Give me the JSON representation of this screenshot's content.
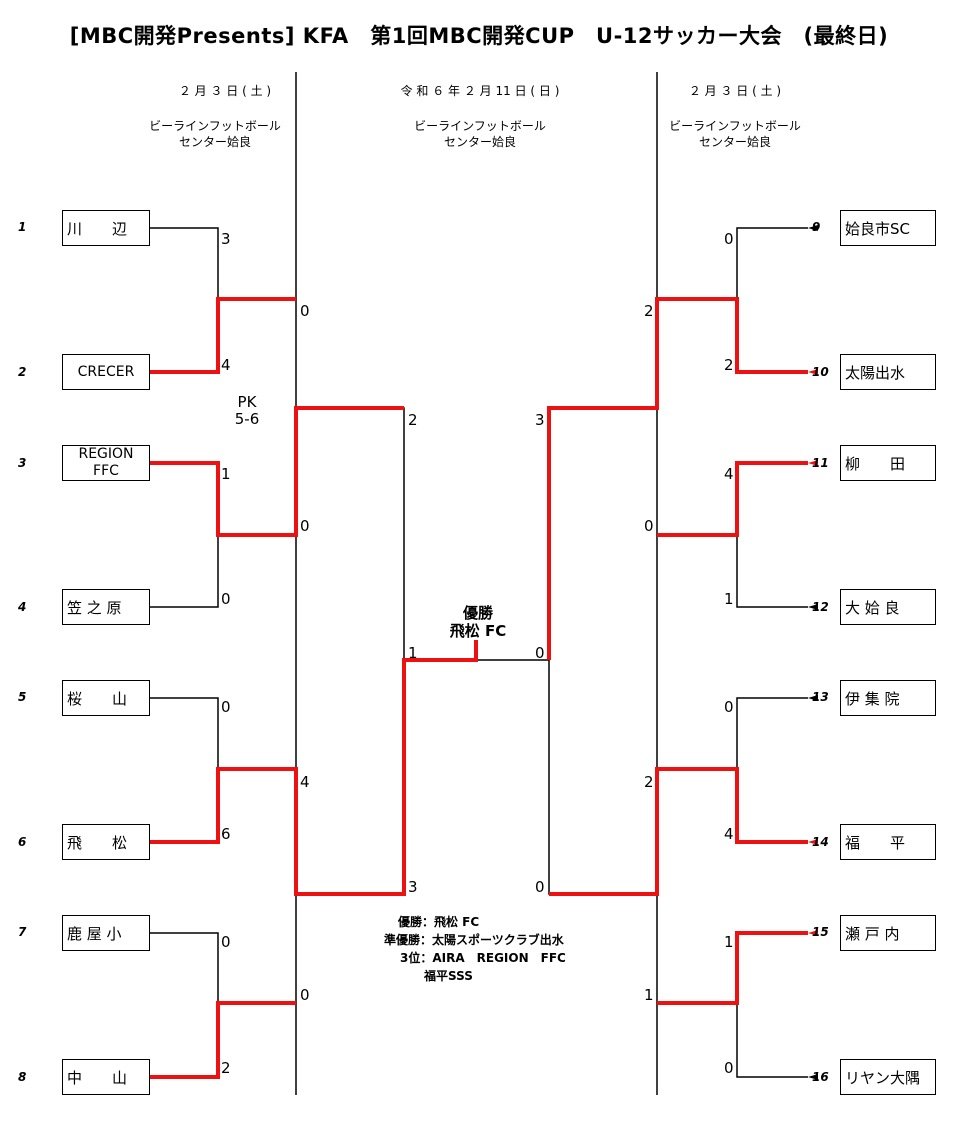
{
  "title": "[MBC開発Presents] KFA　第1回MBC開発CUP　U-12サッカー大会　(最終日)",
  "dates": {
    "left": "２ 月 ３ 日 ( 土 )",
    "center": "令 和 ６ 年 ２ 月 11 日 ( 日 )",
    "right": "２ 月 ３ 日 ( 土 )"
  },
  "venues": {
    "left": [
      "ビーラインフットボール",
      "センター姶良"
    ],
    "center": [
      "ビーラインフットボール",
      "センター姶良"
    ],
    "right": [
      "ビーラインフットボール",
      "センター姶良"
    ]
  },
  "teams": [
    {
      "seed": "1",
      "name": "川　　辺"
    },
    {
      "seed": "2",
      "name": "CRECER"
    },
    {
      "seed": "3",
      "name": "REGION FFC"
    },
    {
      "seed": "4",
      "name": "笠 之 原"
    },
    {
      "seed": "5",
      "name": "桜　　山"
    },
    {
      "seed": "6",
      "name": "飛　　松"
    },
    {
      "seed": "7",
      "name": "鹿 屋 小"
    },
    {
      "seed": "8",
      "name": "中　　山"
    },
    {
      "seed": "9",
      "name": "姶良市SC"
    },
    {
      "seed": "10",
      "name": "太陽出水"
    },
    {
      "seed": "11",
      "name": "柳　　田"
    },
    {
      "seed": "12",
      "name": "大 姶 良"
    },
    {
      "seed": "13",
      "name": "伊 集 院"
    },
    {
      "seed": "14",
      "name": "福　　平"
    },
    {
      "seed": "15",
      "name": "瀬 戸 内"
    },
    {
      "seed": "16",
      "name": "リヤン大隅"
    }
  ],
  "scores": {
    "r1_left": [
      "3",
      "4",
      "1",
      "0",
      "0",
      "6",
      "0",
      "2"
    ],
    "r1_right": [
      "0",
      "2",
      "4",
      "1",
      "0",
      "4",
      "1",
      "0"
    ],
    "r2_left": [
      "0",
      "0",
      "4",
      "0"
    ],
    "r2_right": [
      "2",
      "0",
      "2",
      "1"
    ],
    "sf_left": [
      "2",
      "3"
    ],
    "sf_right": [
      "3",
      "0"
    ],
    "final": [
      "1",
      "0"
    ]
  },
  "pk": [
    "PK",
    "5-6"
  ],
  "champion": {
    "label": "優勝",
    "team": "飛松 FC"
  },
  "results": [
    "優勝：飛松 FC",
    "準優勝：太陽スポーツクラブ出水",
    "3位：AIRA　REGION　FFC",
    "福平SSS"
  ],
  "colors": {
    "winner_line": "#ee1111",
    "line": "#000000"
  }
}
